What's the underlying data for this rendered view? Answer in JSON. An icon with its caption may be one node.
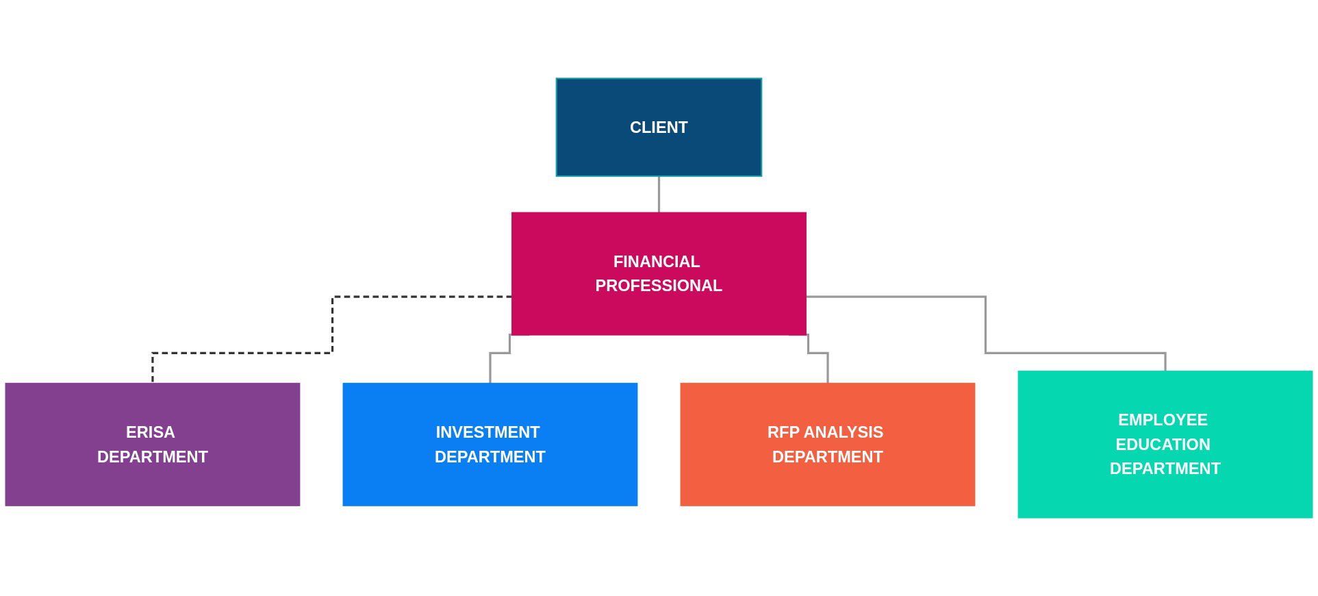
{
  "diagram": {
    "nodes": [
      {
        "text": [
          "CLIENT"
        ]
      },
      {
        "text": [
          "FINANCIAL PROFESSIONAL"
        ]
      },
      {
        "text": [
          "ERISA DEPARTMENT"
        ]
      },
      {
        "text": [
          "INVESTMENT DEPARTMENT"
        ]
      },
      {
        "text": [
          "RFP ANALYSIS DEPARTMENT"
        ]
      },
      {
        "text": [
          "EMPLOYEE EDUCATION DEPARTMENT"
        ]
      }
    ],
    "edges": [
      {
        "from": 0,
        "to": 1,
        "arrow": "none"
      },
      {
        "from": 1,
        "to": 2,
        "arrow": "none",
        "style": "dashed",
        "color": "#333333"
      },
      {
        "from": 1,
        "to": 3,
        "arrow": "none"
      },
      {
        "from": 1,
        "to": 4,
        "arrow": "none"
      },
      {
        "from": 1,
        "to": 5,
        "arrow": "none"
      }
    ]
  }
}
